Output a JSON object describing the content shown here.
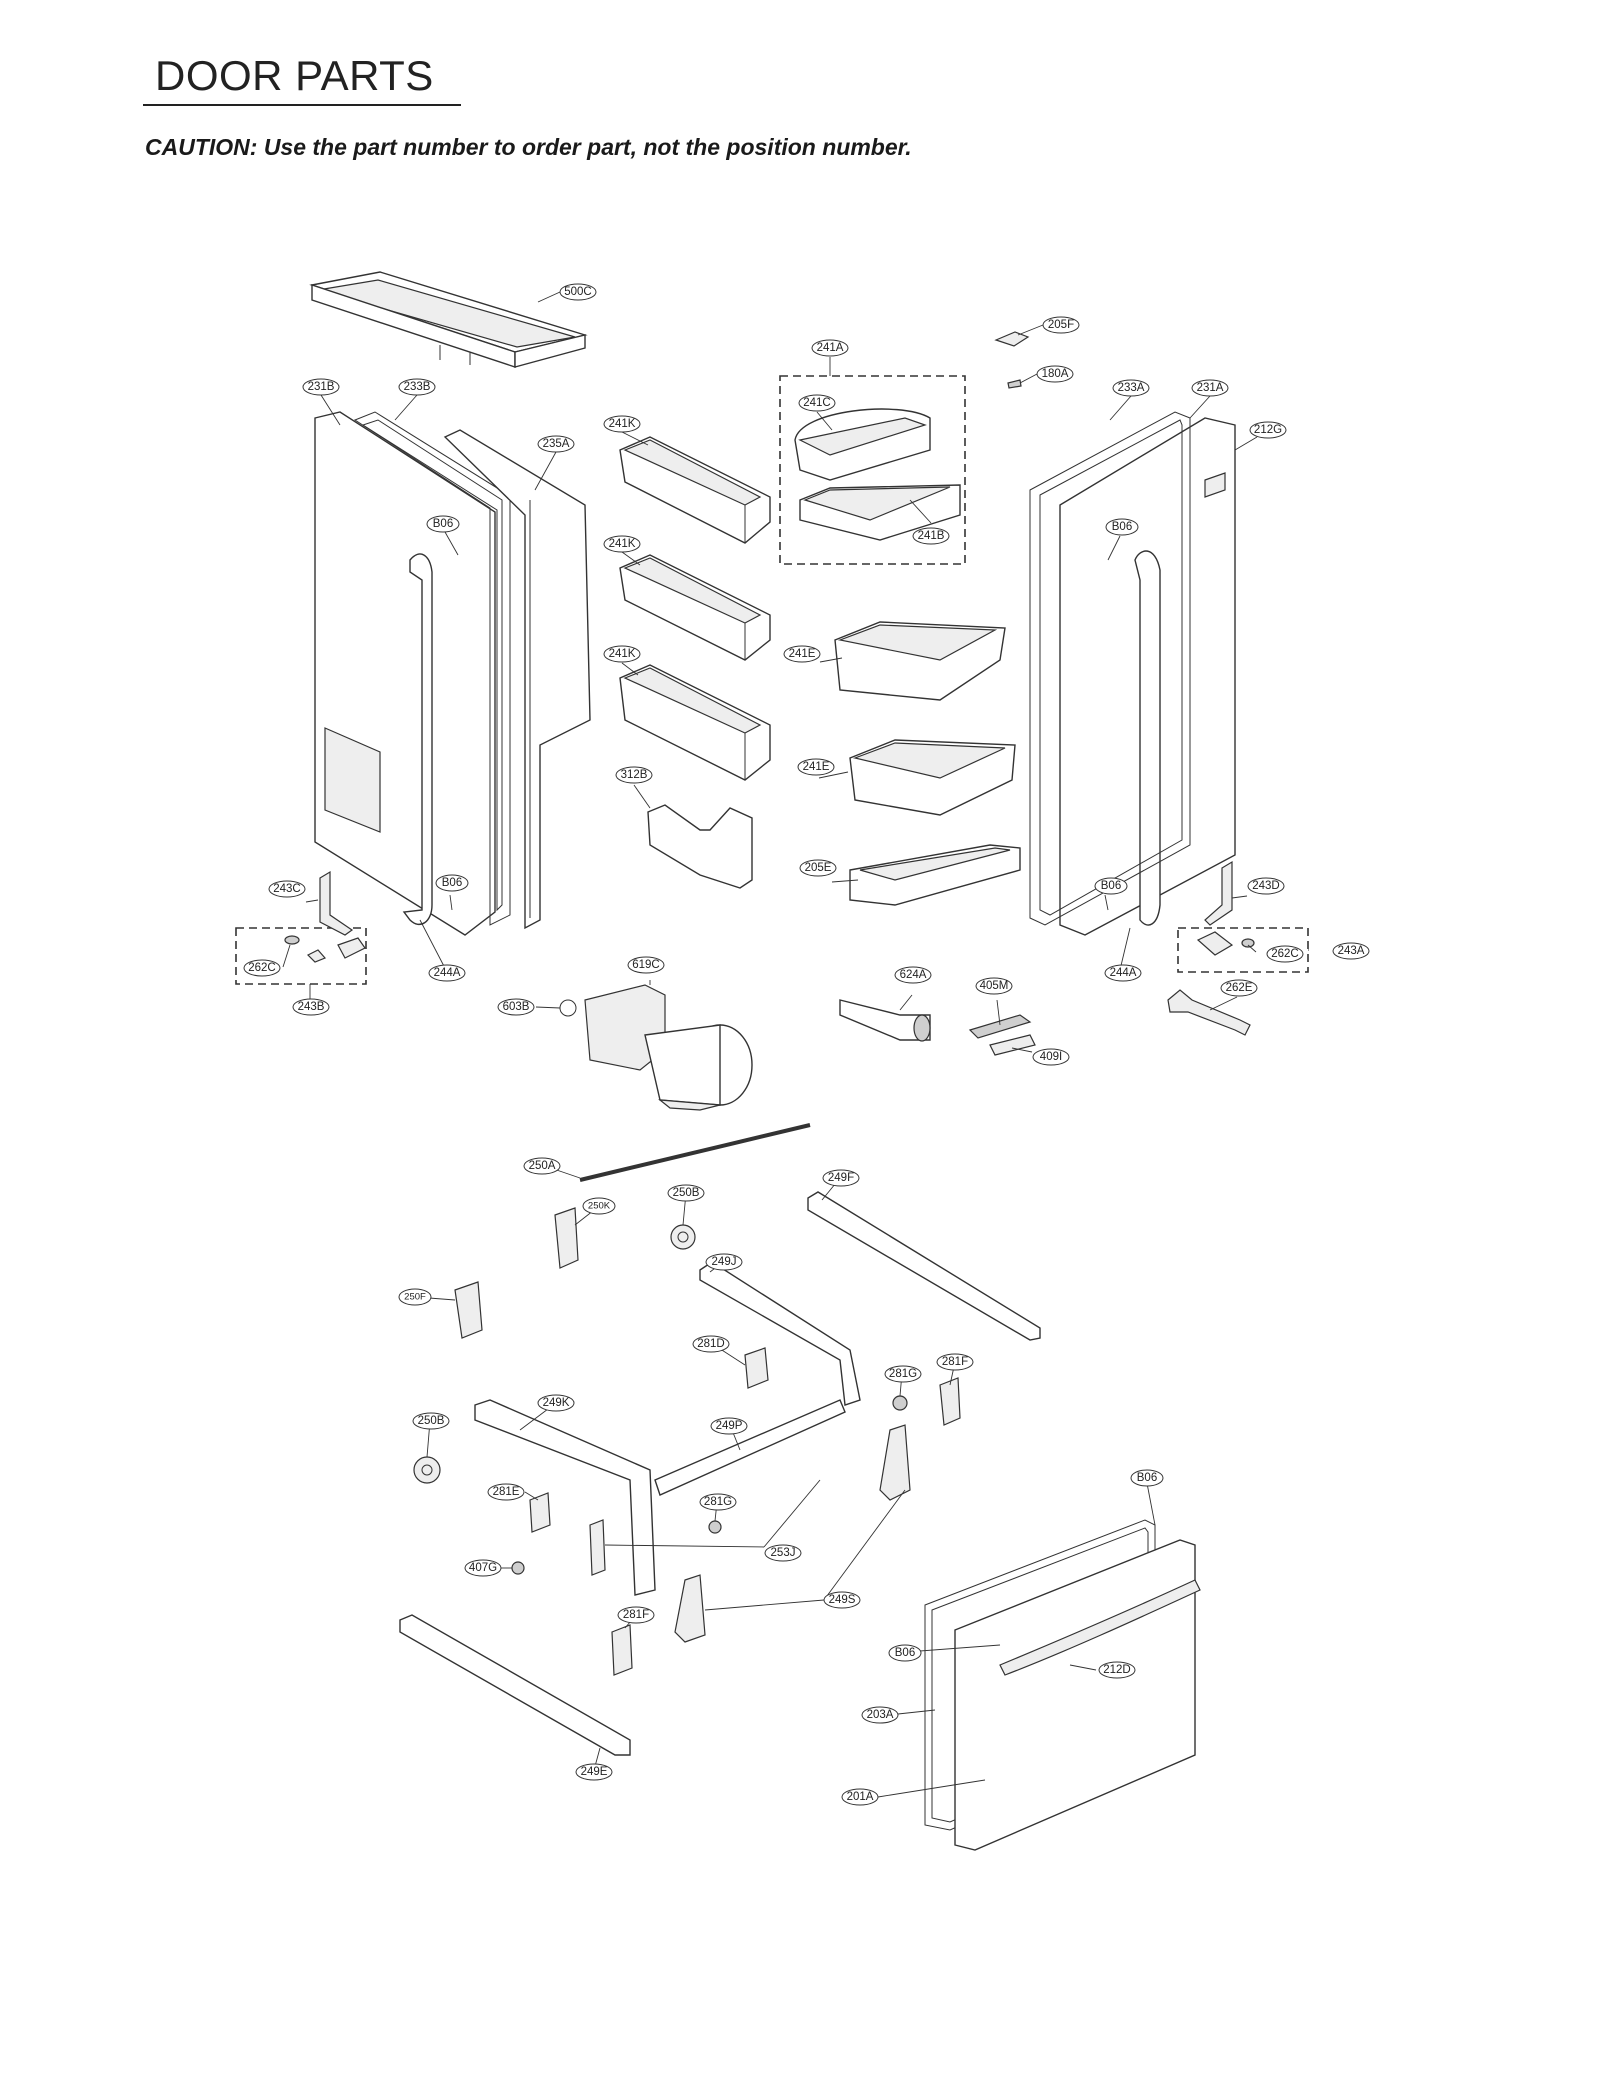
{
  "page": {
    "title": "DOOR PARTS",
    "caution": "CAUTION: Use the part number to order part, not the position number."
  },
  "callouts": [
    {
      "id": "c-500C",
      "label": "500C"
    },
    {
      "id": "c-205F",
      "label": "205F"
    },
    {
      "id": "c-241A",
      "label": "241A"
    },
    {
      "id": "c-180A",
      "label": "180A"
    },
    {
      "id": "c-231B",
      "label": "231B"
    },
    {
      "id": "c-233B",
      "label": "233B"
    },
    {
      "id": "c-233A",
      "label": "233A"
    },
    {
      "id": "c-231A",
      "label": "231A"
    },
    {
      "id": "c-212G",
      "label": "212G"
    },
    {
      "id": "c-241C",
      "label": "241C"
    },
    {
      "id": "c-241K-1",
      "label": "241K"
    },
    {
      "id": "c-235A",
      "label": "235A"
    },
    {
      "id": "c-B06-1",
      "label": "B06"
    },
    {
      "id": "c-B06-2",
      "label": "B06"
    },
    {
      "id": "c-241B",
      "label": "241B"
    },
    {
      "id": "c-241K-2",
      "label": "241K"
    },
    {
      "id": "c-241K-3",
      "label": "241K"
    },
    {
      "id": "c-241E-1",
      "label": "241E"
    },
    {
      "id": "c-312B",
      "label": "312B"
    },
    {
      "id": "c-241E-2",
      "label": "241E"
    },
    {
      "id": "c-205E",
      "label": "205E"
    },
    {
      "id": "c-243C",
      "label": "243C"
    },
    {
      "id": "c-B06-3",
      "label": "B06"
    },
    {
      "id": "c-B06-4",
      "label": "B06"
    },
    {
      "id": "c-243D",
      "label": "243D"
    },
    {
      "id": "c-262C-1",
      "label": "262C"
    },
    {
      "id": "c-244A-1",
      "label": "244A"
    },
    {
      "id": "c-619C",
      "label": "619C"
    },
    {
      "id": "c-624A",
      "label": "624A"
    },
    {
      "id": "c-405M",
      "label": "405M"
    },
    {
      "id": "c-244A-2",
      "label": "244A"
    },
    {
      "id": "c-262C-2",
      "label": "262C"
    },
    {
      "id": "c-243A",
      "label": "243A"
    },
    {
      "id": "c-262E",
      "label": "262E"
    },
    {
      "id": "c-243B",
      "label": "243B"
    },
    {
      "id": "c-603B",
      "label": "603B"
    },
    {
      "id": "c-409I",
      "label": "409I"
    },
    {
      "id": "c-250A",
      "label": "250A"
    },
    {
      "id": "c-249F",
      "label": "249F"
    },
    {
      "id": "c-250K",
      "label": "250K"
    },
    {
      "id": "c-250B-1",
      "label": "250B"
    },
    {
      "id": "c-249J",
      "label": "249J"
    },
    {
      "id": "c-250F",
      "label": "250F"
    },
    {
      "id": "c-281D",
      "label": "281D"
    },
    {
      "id": "c-281F-1",
      "label": "281F"
    },
    {
      "id": "c-281G-1",
      "label": "281G"
    },
    {
      "id": "c-249K",
      "label": "249K"
    },
    {
      "id": "c-250B-2",
      "label": "250B"
    },
    {
      "id": "c-249P",
      "label": "249P"
    },
    {
      "id": "c-B06-5",
      "label": "B06"
    },
    {
      "id": "c-281E",
      "label": "281E"
    },
    {
      "id": "c-281G-2",
      "label": "281G"
    },
    {
      "id": "c-253J",
      "label": "253J"
    },
    {
      "id": "c-407G",
      "label": "407G"
    },
    {
      "id": "c-249S",
      "label": "249S"
    },
    {
      "id": "c-281F-2",
      "label": "281F"
    },
    {
      "id": "c-B06-6",
      "label": "B06"
    },
    {
      "id": "c-212D",
      "label": "212D"
    },
    {
      "id": "c-203A",
      "label": "203A"
    },
    {
      "id": "c-249E",
      "label": "249E"
    },
    {
      "id": "c-201A",
      "label": "201A"
    }
  ]
}
